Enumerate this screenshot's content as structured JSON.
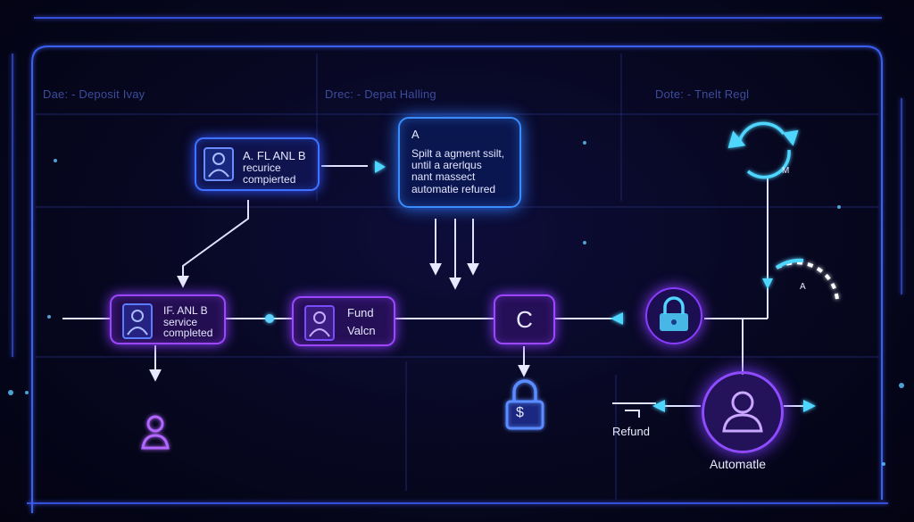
{
  "headers": [
    {
      "label": "Dae:  -   Deposit Ivay"
    },
    {
      "label": "Drec:  -   Depat Halling"
    },
    {
      "label": "Dote:  -   Tnelt Regl"
    }
  ],
  "nodes": {
    "top_left": {
      "lines": [
        "A. FL ANL B",
        "recurice",
        "compierted"
      ]
    },
    "top_center": {
      "lines": [
        "A",
        "Spilt a agment ssilt,",
        "until a arerlqus",
        "nant massect",
        "automatie refured"
      ]
    },
    "mid_left": {
      "lines": [
        "IF.  ANL B",
        "service",
        "completed"
      ]
    },
    "mid_fund": {
      "lines": [
        "Fund",
        "Valcn"
      ]
    },
    "mid_c": {
      "label": "C"
    }
  },
  "labels": {
    "refund": "Refund",
    "automatle": "Automatle",
    "cycle_mark": "M",
    "gauge_mark": "A",
    "dollar": "$"
  },
  "colors": {
    "blue": "#3f72ff",
    "purple": "#9c47ff",
    "cyan": "#4fd6ff",
    "wire": "#dfe3ff"
  }
}
